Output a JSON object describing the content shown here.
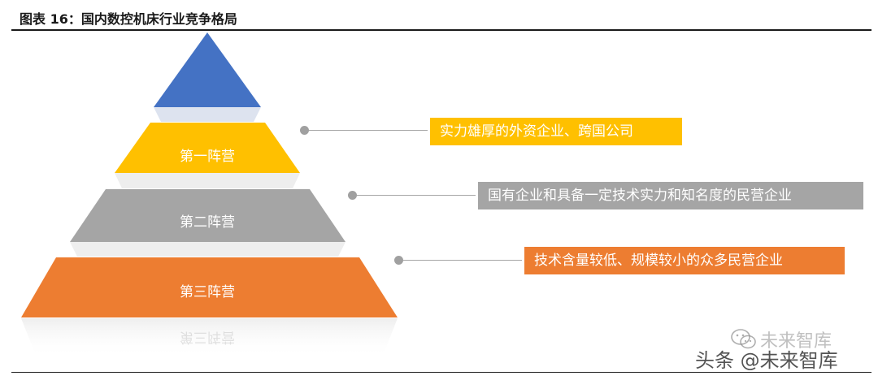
{
  "title": "图表 16：国内数控机床行业竞争格局",
  "tiers": [
    {
      "label": "第一阵营",
      "description": "实力雄厚的外资企业、跨国公司",
      "color": "#ffc000"
    },
    {
      "label": "第二阵营",
      "description": "国有企业和具备一定技术实力和知名度的民营企业",
      "color": "#a5a5a5"
    },
    {
      "label": "第三阵营",
      "description": "技术含量较低、规模较小的众多民营企业",
      "color": "#ed7d31"
    }
  ],
  "apex_color": "#4472c4",
  "watermark": {
    "line1": "未来智库",
    "line2": "头条 @未来智库",
    "icon": "wechat-icon"
  }
}
